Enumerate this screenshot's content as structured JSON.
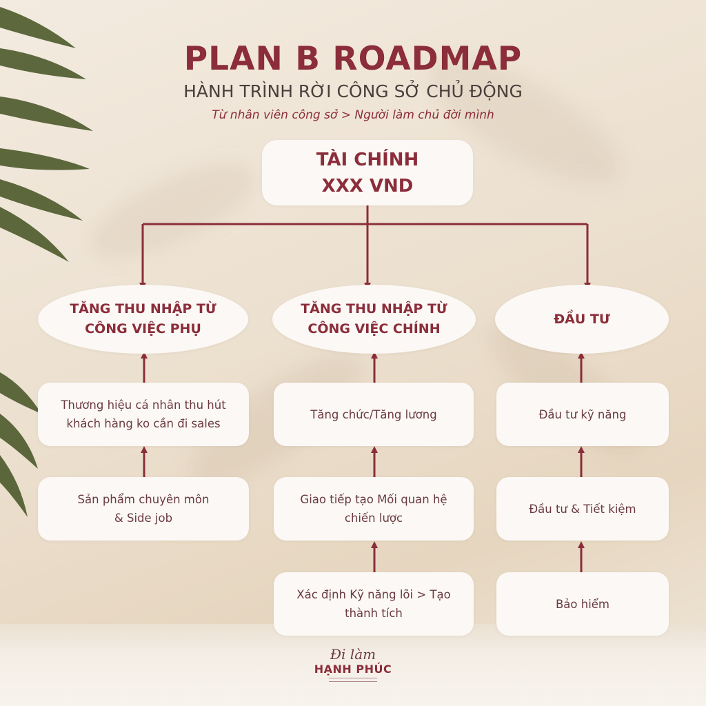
{
  "header": {
    "title": "PLAN B ROADMAP",
    "subtitle": "HÀNH TRÌNH RỜI CÔNG SỞ CHỦ ĐỘNG",
    "tagline": "Từ nhân viên công sở > Người làm chủ đời mình"
  },
  "root": {
    "line1": "TÀI CHÍNH",
    "line2": "XXX VND"
  },
  "columns": [
    {
      "heading_line1": "TĂNG THU NHẬP TỪ",
      "heading_line2": "CÔNG VIỆC PHỤ",
      "steps": [
        {
          "line1": "Thương hiệu cá nhân thu hút",
          "line2": "khách hàng ko cần đi sales"
        },
        {
          "line1": "Sản phẩm chuyên môn",
          "line2": "& Side job"
        }
      ]
    },
    {
      "heading_line1": "TĂNG THU NHẬP TỪ",
      "heading_line2": "CÔNG VIỆC CHÍNH",
      "steps": [
        {
          "line1": "Tăng chức/Tăng lương"
        },
        {
          "line1": "Giao tiếp tạo Mối quan hệ",
          "line2": "chiến lược"
        },
        {
          "line1": "Xác định Kỹ năng lõi > Tạo",
          "line2": "thành tích"
        }
      ]
    },
    {
      "heading_line1": "ĐẦU TƯ",
      "steps": [
        {
          "line1": "Đầu tư kỹ năng"
        },
        {
          "line1": "Đầu tư & Tiết kiệm"
        },
        {
          "line1": "Bảo hiểm"
        }
      ]
    }
  ],
  "logo": {
    "script": "Đi làm",
    "main": "HẠNH PHÚC"
  },
  "colors": {
    "accent": "#8b2d3a",
    "box": "#fbf8f5",
    "background": "#ede2d2"
  }
}
